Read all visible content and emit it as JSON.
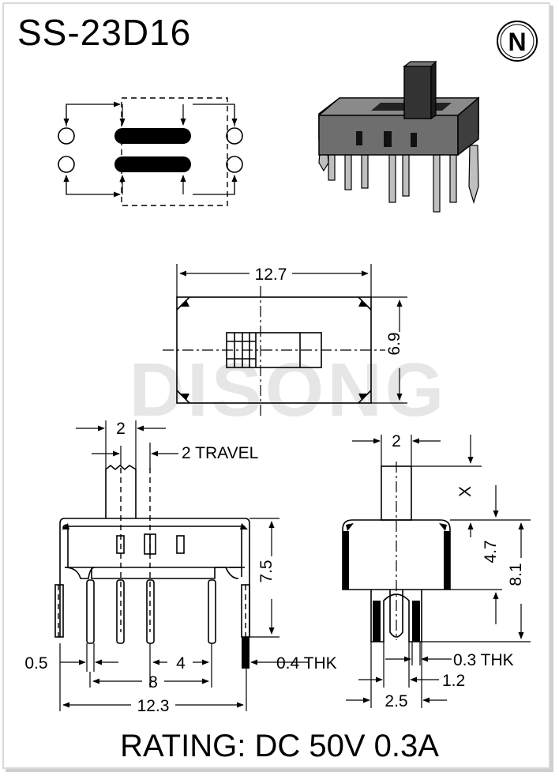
{
  "title": "SS-23D16",
  "logo_letter": "N",
  "watermark": "DISONG",
  "rating": "RATING: DC 50V 0.3A",
  "top_view": {
    "width": "12.7",
    "height": "6.9"
  },
  "front_view": {
    "actuator_width": "2",
    "travel": "2 TRAVEL",
    "body_height": "7.5",
    "pin_width": "0.5",
    "pin_pitch": "4",
    "pin_span": "8",
    "overall_width": "12.3",
    "tab_thickness": "0.4 THK"
  },
  "side_view": {
    "actuator_width": "2",
    "actuator_height": "X",
    "body_height": "4.7",
    "overall_height": "8.1",
    "pin_thickness": "0.3 THK",
    "pin_gap": "1.2",
    "pin_span": "2.5"
  },
  "colors": {
    "line": "#000000",
    "watermark": "#e6e6e6",
    "frame": "#d9d9d9"
  }
}
